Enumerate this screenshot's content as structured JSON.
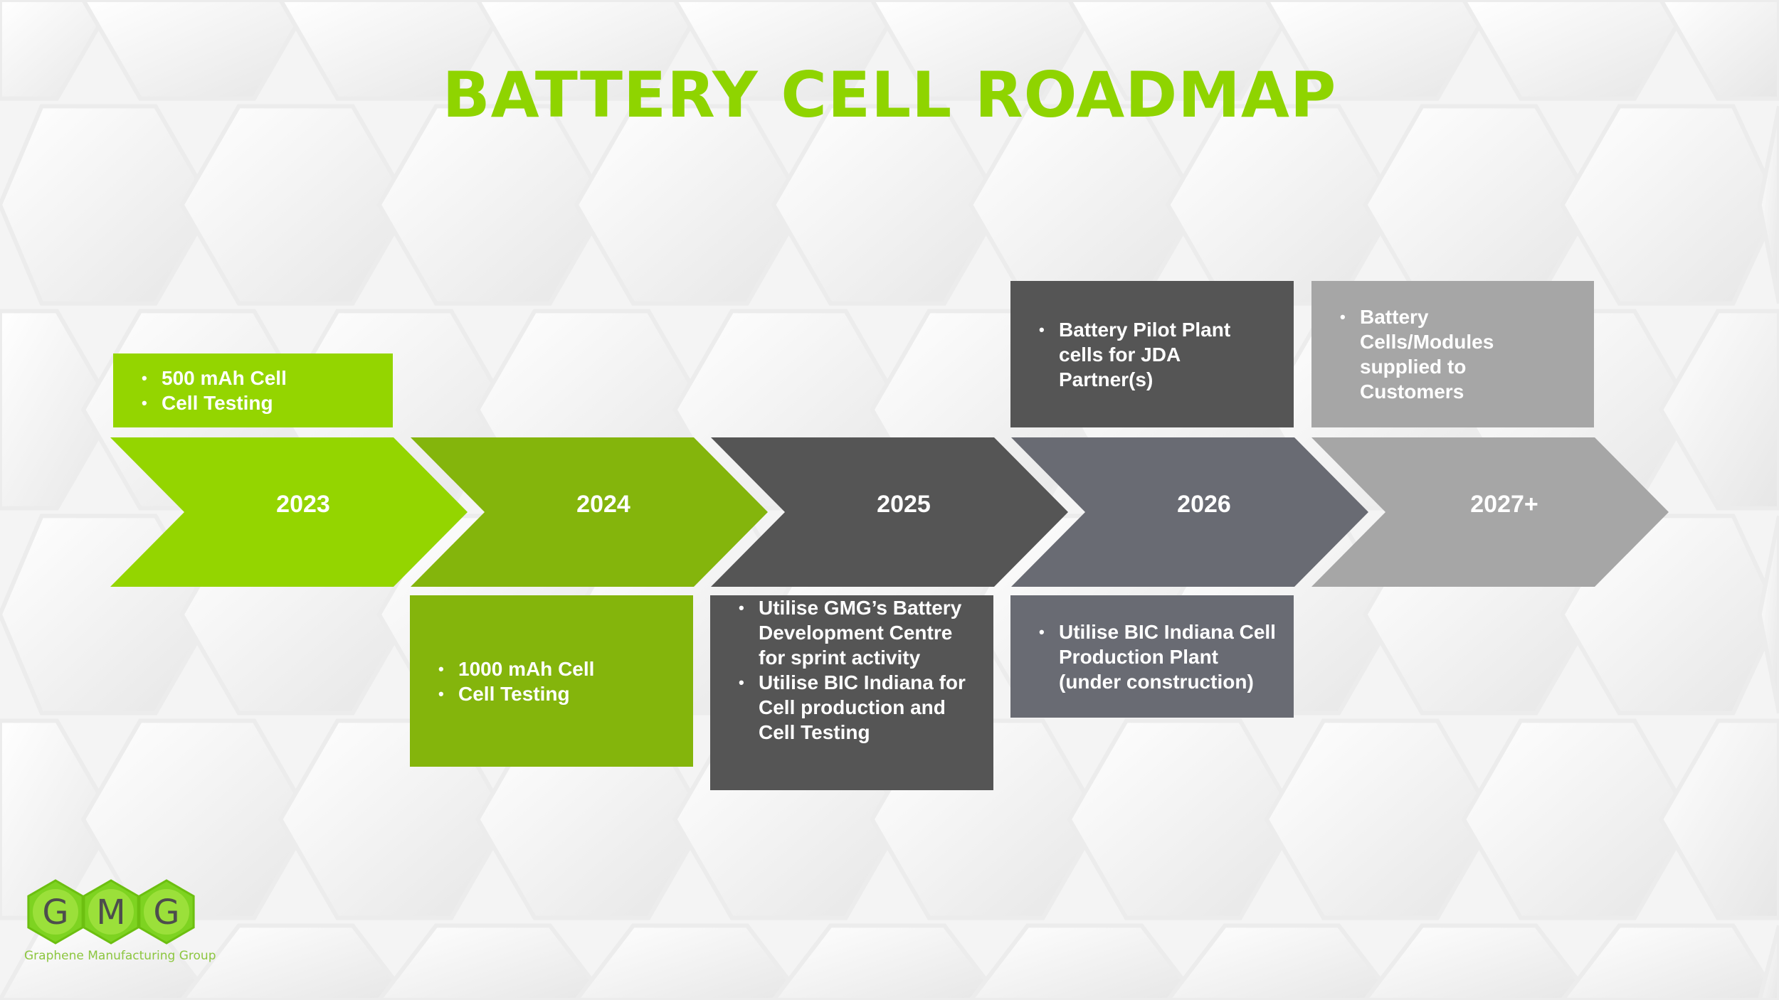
{
  "title": "BATTERY CELL ROADMAP",
  "colors": {
    "title": "#8fd400",
    "c2023": "#94d500",
    "c2024": "#84b50c",
    "c2025": "#555555",
    "c2026": "#696b73",
    "c2027": "#a6a6a6"
  },
  "timeline": [
    {
      "year": "2023",
      "color": "#94d500"
    },
    {
      "year": "2024",
      "color": "#84b50c"
    },
    {
      "year": "2025",
      "color": "#555555"
    },
    {
      "year": "2026",
      "color": "#696b73"
    },
    {
      "year": "2027+",
      "color": "#a6a6a6"
    }
  ],
  "boxes": {
    "y2023_top": [
      "500 mAh Cell",
      "Cell Testing"
    ],
    "y2024_bottom": [
      "1000  mAh  Cell",
      "Cell Testing"
    ],
    "y2025_bottom": [
      "Utilise  GMG’s Battery Development Centre for sprint activity",
      "Utilise  BIC Indiana for Cell production and Cell Testing"
    ],
    "y2026_top": [
      "Battery Pilot Plant cells for JDA Partner(s)"
    ],
    "y2026_bottom": [
      "Utilise  BIC Indiana Cell Production Plant (under construction)"
    ],
    "y2027_top": [
      "Battery Cells/Modules supplied to Customers"
    ]
  },
  "logo": {
    "letters": [
      "G",
      "M",
      "G"
    ],
    "name": "Graphene Manufacturing Group"
  }
}
